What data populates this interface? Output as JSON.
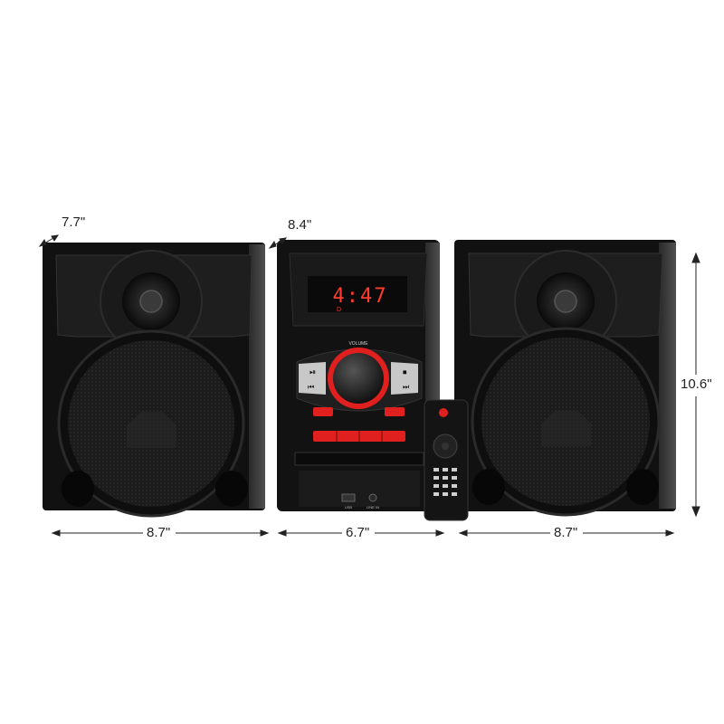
{
  "dimensions": {
    "speaker_depth": "7.7\"",
    "unit_depth": "8.4\"",
    "height": "10.6\"",
    "left_width": "8.7\"",
    "center_width": "6.7\"",
    "right_width": "8.7\""
  },
  "display": {
    "time": "4:47",
    "indicator": "D"
  },
  "center_unit": {
    "volume_label": "VOLUME",
    "usb_label": "USB",
    "aux_label": "LINE IN"
  },
  "colors": {
    "body": "#1a1a1a",
    "accent": "#e0201e",
    "display_text": "#ff3b2e",
    "background": "#ffffff"
  }
}
